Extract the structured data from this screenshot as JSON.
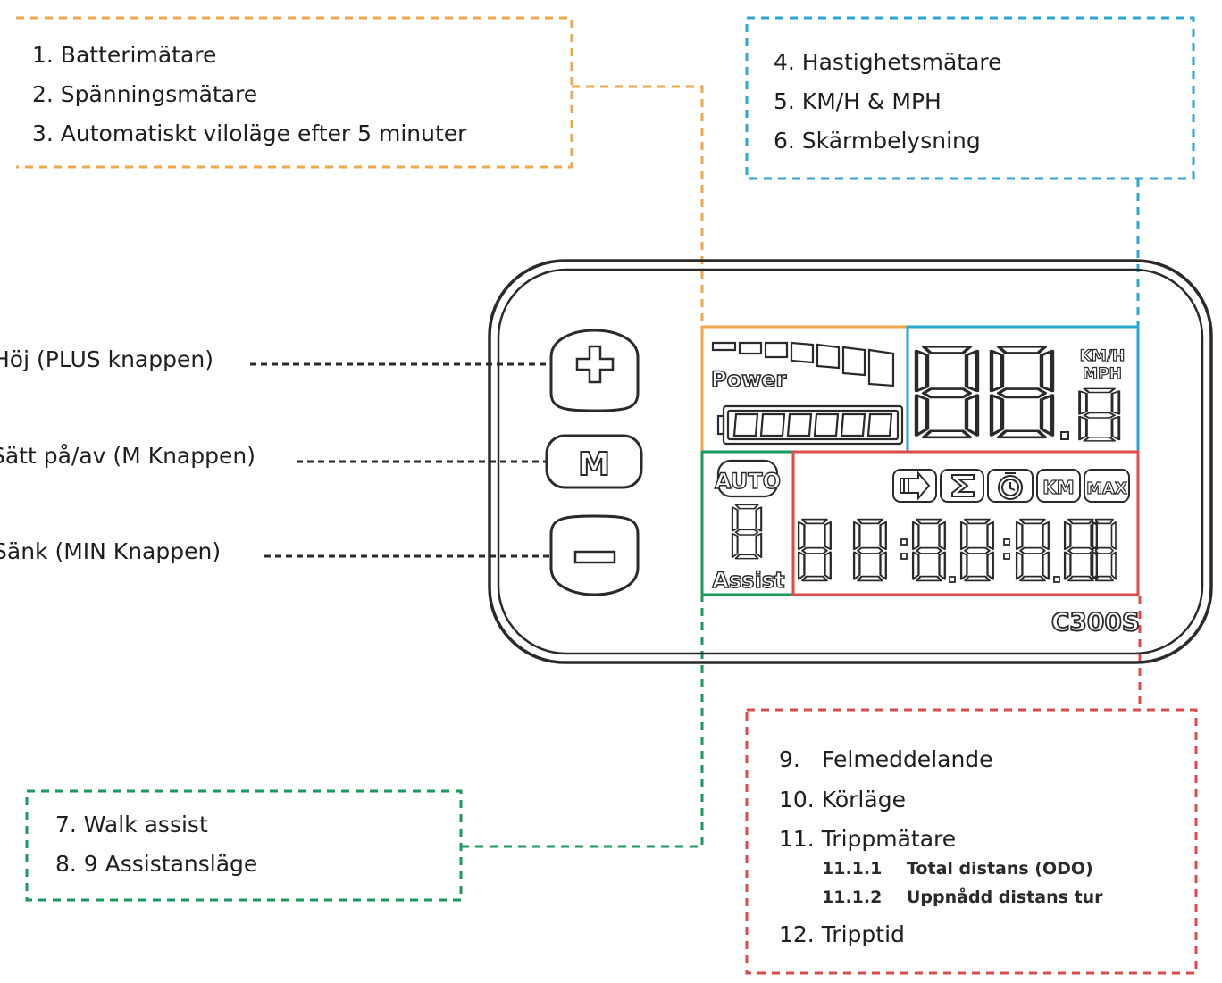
{
  "colors": {
    "orange": "#f0a64a",
    "blue": "#2aa7d3",
    "green": "#1a9a5c",
    "red": "#dc4a4a",
    "outline": "#2a2a2a"
  },
  "callouts": {
    "battery": {
      "items": [
        "1. Batterimätare",
        "2. Spänningsmätare",
        "3. Automatiskt viloläge efter 5 minuter"
      ]
    },
    "speed": {
      "items": [
        "4. Hastighetsmätare",
        "5. KM/H & MPH",
        "6. Skärmbelysning"
      ]
    },
    "assist": {
      "items": [
        "7. Walk assist",
        "8. 9 Assistansläge"
      ]
    },
    "trip": {
      "item9_num": "9.",
      "item9_text": "Felmeddelande",
      "item10": "10. Körläge",
      "item11": "11. Trippmätare",
      "sub1_num": "11.1.1",
      "sub1_text": "Total distans (ODO)",
      "sub2_num": "11.1.2",
      "sub2_text": "Uppnådd distans tur",
      "item12": "12. Tripptid"
    }
  },
  "buttons": {
    "plus_label": "Höj (PLUS knappen)",
    "m_label": "Sätt på/av (M Knappen)",
    "minus_label": "Sänk (MIN Knappen)",
    "m_glyph": "M"
  },
  "display": {
    "power_label": "Power",
    "unit_kmh": "KM/H",
    "unit_mph": "MPH",
    "auto_label": "AUTO",
    "assist_label": "Assist",
    "icon_km": "KM",
    "icon_max": "MAX",
    "model": "C300S"
  }
}
